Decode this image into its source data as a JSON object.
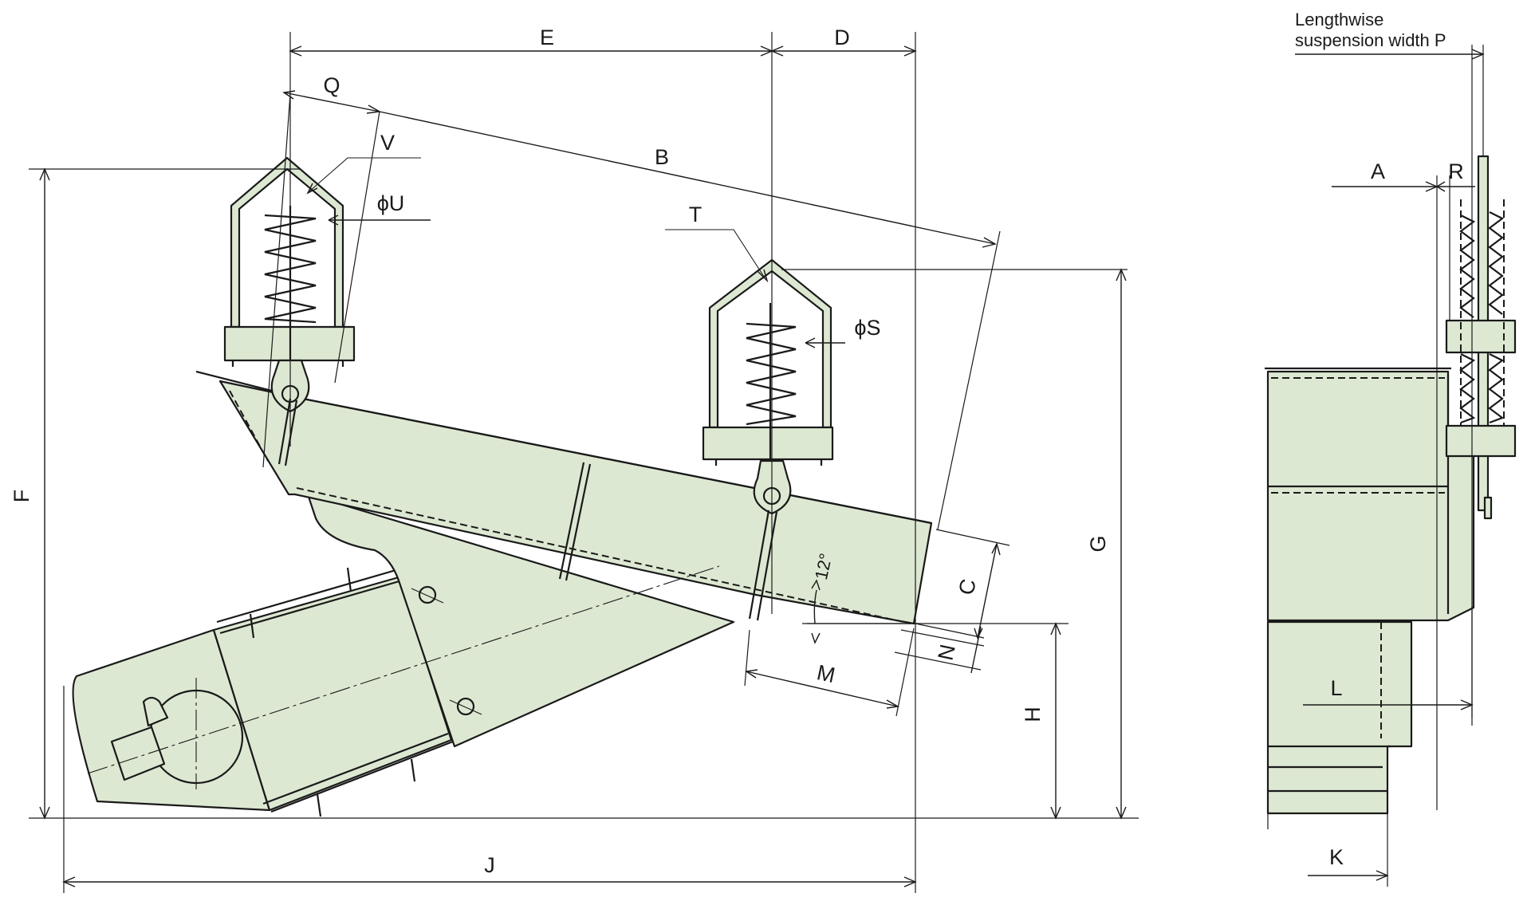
{
  "labels": {
    "A": "A",
    "B": "B",
    "C": "C",
    "D": "D",
    "E": "E",
    "F": "F",
    "G": "G",
    "H": "H",
    "J": "J",
    "K": "K",
    "L": "L",
    "M": "M",
    "N": "N",
    "Q": "Q",
    "R": "R",
    "S": "ϕS",
    "T": "T",
    "U": "ϕU",
    "V": "V",
    "angle": "12°",
    "P_line1": "Lengthwise",
    "P_line2": "suspension width P"
  },
  "colors": {
    "body_fill": "#dde8d2",
    "line": "#1a1a1a",
    "background": "#ffffff"
  }
}
